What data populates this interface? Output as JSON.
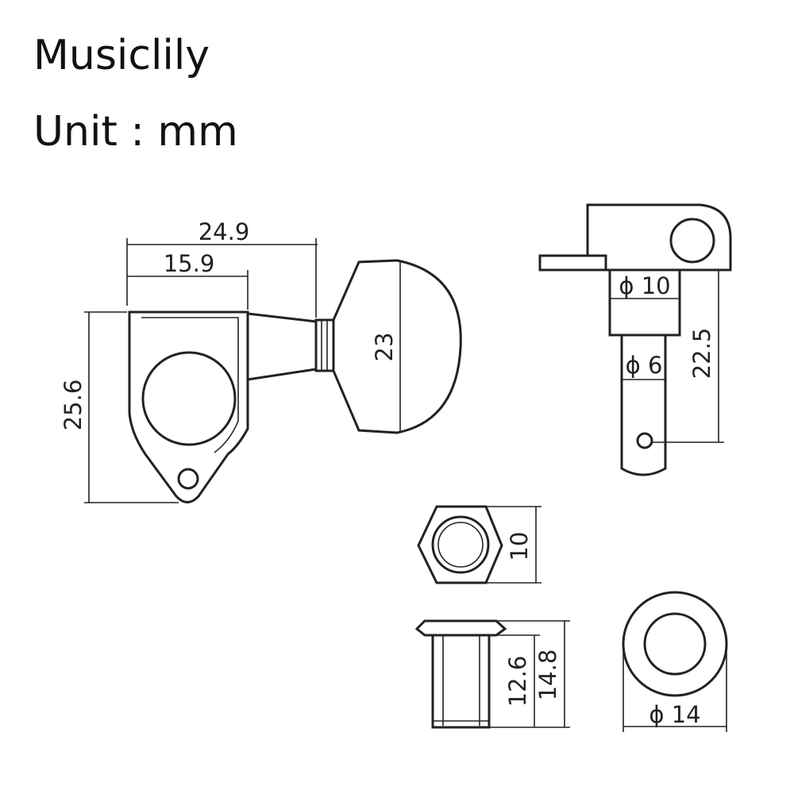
{
  "header": {
    "brand": "Musiclily",
    "unit_label": "Unit : mm"
  },
  "dimensions": {
    "tuner_total_length": "24.9",
    "tuner_body_length": "15.9",
    "tuner_body_height": "25.6",
    "button_height": "23",
    "bushing_diameter": "ϕ 10",
    "post_diameter": "ϕ 6",
    "post_height": "22.5",
    "nut_width": "10",
    "ferrule_inner_length": "12.6",
    "ferrule_total_length": "14.8",
    "washer_diameter": "ϕ 14"
  },
  "colors": {
    "line": "#222222",
    "background": "#ffffff"
  }
}
